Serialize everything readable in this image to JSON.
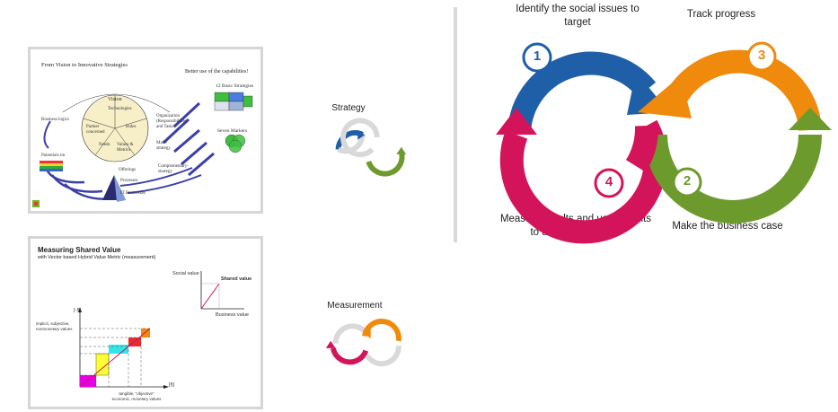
{
  "slide1": {
    "title": "From Vision to Innovative Strategies",
    "subtitle": "Better use of the capabilities!",
    "vision": "Vision",
    "business_logics": "Business logics",
    "potentials": "Potentials im",
    "technologies": "Technologies",
    "partner": "Partner concerned",
    "rules": "Rules",
    "needs": "Needs",
    "values": "Values & Metrics",
    "organization": "Organization",
    "organization_sub": "(Responsibilities and Tasks)",
    "main_strategy": "Main-strategy",
    "complementary": "Complementary-strategy",
    "offerings": "Offerings",
    "processes": "Processes",
    "it_businesses": "IT Businesses",
    "basic_strategies": "12 Basic Strategies",
    "seven_markers": "Seven Markers"
  },
  "slide2": {
    "title": "Measuring Shared Value",
    "subtitle": "with Vector based Hybrid Value Metric (measurement)",
    "social_value": "Social value",
    "shared_value": "Shared value",
    "business_value": "Business value",
    "y_unit": "[-§]",
    "x_unit": "[§]",
    "y_desc": "implicit, subjective, nonmonetary values",
    "x_desc": "tangible, \"objective\" economic, monetary values"
  },
  "small_cycles": {
    "strategy": "Strategy",
    "measurement": "Measurement"
  },
  "cycle": {
    "step1_label": "Identify the social issues to target",
    "step3_label": "Track progress",
    "step4_label": "Measure results and use insights to unlock new value",
    "step2_label": "Make the business case",
    "num1": "1",
    "num2": "2",
    "num3": "3",
    "num4": "4"
  },
  "colors": {
    "blue": "#1f5fa8",
    "orange": "#f08a0c",
    "green": "#6d9a2d",
    "red": "#d4145a",
    "gray": "#d9d9d9"
  }
}
